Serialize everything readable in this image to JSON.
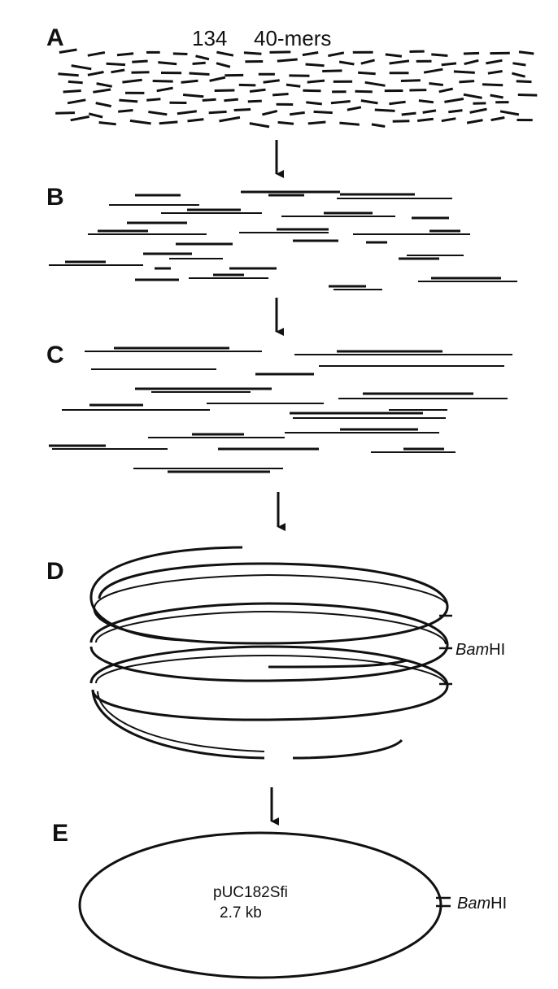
{
  "panels": {
    "a": {
      "letter": "A",
      "count": "134",
      "unit": "40-mers"
    },
    "b": {
      "letter": "B"
    },
    "c": {
      "letter": "C"
    },
    "d": {
      "letter": "D",
      "site_italic": "Bam",
      "site_rest": "HI"
    },
    "e": {
      "letter": "E",
      "plasmid_name": "pUC182Sfi",
      "plasmid_size": "2.7 kb",
      "site_italic": "Bam",
      "site_rest": "HI"
    }
  }
}
